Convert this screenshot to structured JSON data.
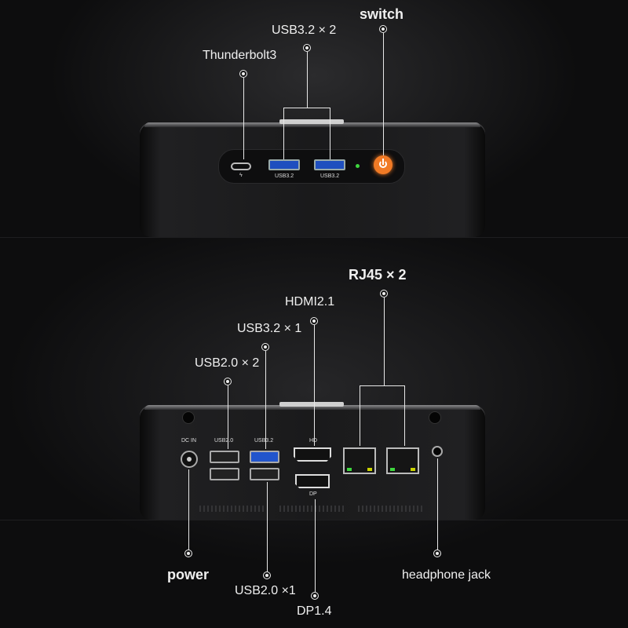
{
  "top_labels": {
    "thunderbolt": "Thunderbolt3",
    "usb32x2": "USB3.2 × 2",
    "switch": "switch"
  },
  "front_port_marks": {
    "usb32_a": "USB3.2",
    "usb32_b": "USB3.2",
    "thunderbolt_glyph": "ϟ"
  },
  "rear_labels": {
    "rj45": "RJ45 × 2",
    "hdmi": "HDMI2.1",
    "usb32x1": "USB3.2 × 1",
    "usb20x2": "USB2.0 × 2",
    "power": "power",
    "usb20x1": "USB2.0 ×1",
    "dp": "DP1.4",
    "headphone": "headphone jack"
  },
  "rear_port_marks": {
    "dcin": "DC IN",
    "usb20": "USB2.0",
    "usb32": "USB3.2",
    "hd": "HD",
    "dp": "DP"
  },
  "colors": {
    "background": "#0d0d0e",
    "power_button": "#f17a25",
    "usb3_blue": "#1f4fbf",
    "led_green": "#3ed63e"
  }
}
